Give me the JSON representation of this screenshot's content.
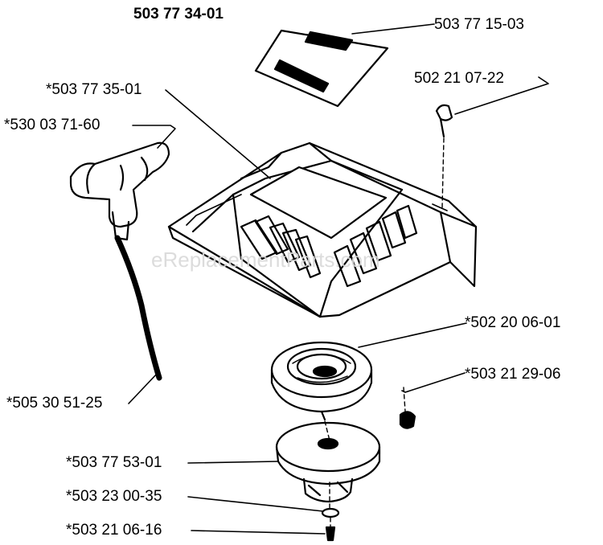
{
  "assembly_number": "503 77 34-01",
  "watermark": "eReplacementParts.com",
  "parts": {
    "decal": "503 77 15-03",
    "screw_top": "502 21 07-22",
    "cover": "*503 77 35-01",
    "handle": "*530 03 71-60",
    "pulley": "*502 20 06-01",
    "screw_side": "*503 21 29-06",
    "rope": "*505 30 51-25",
    "starter_pawl": "*503 77 53-01",
    "washer": "*503 23 00-35",
    "bottom_screw": "*503 21 06-16"
  },
  "colors": {
    "ink": "#000000",
    "background": "#ffffff"
  }
}
